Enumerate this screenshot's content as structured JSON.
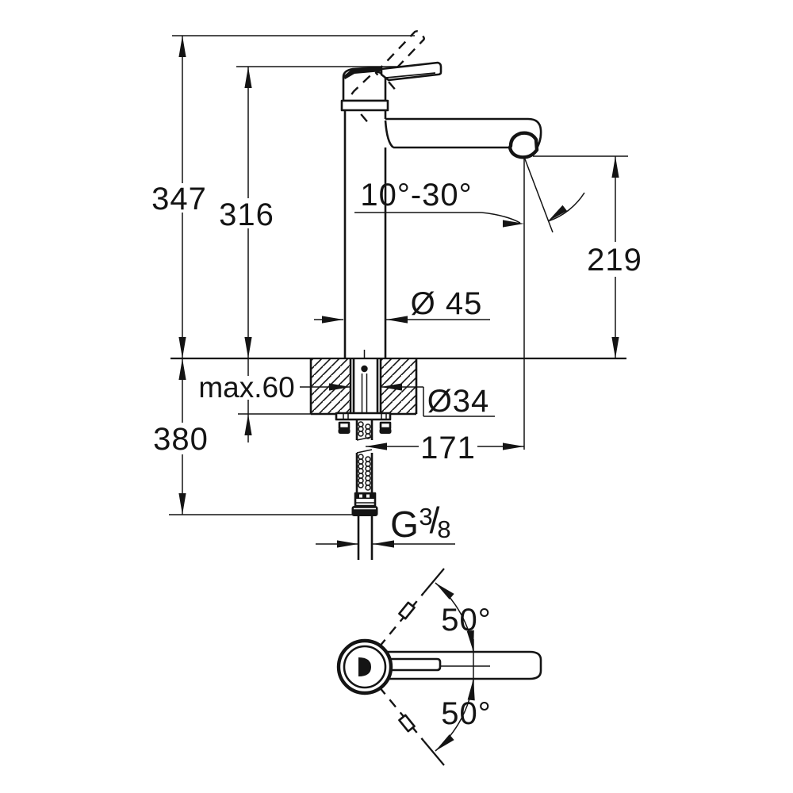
{
  "drawing": {
    "side_view": {
      "overall_height": "347",
      "spout_top_height": "316",
      "outlet_height": "219",
      "spout_angle_range": "10°-30°",
      "base_diameter": "Ø 45",
      "max_deck_thickness": "max.60",
      "hole_diameter": "Ø34",
      "below_deck_length": "380",
      "outlet_reach": "171",
      "thread": {
        "prefix": "G",
        "numerator": "3",
        "slash": "/",
        "denominator": "8"
      }
    },
    "top_view": {
      "swivel_angle_upper": "50°",
      "swivel_angle_lower": "50°"
    }
  }
}
